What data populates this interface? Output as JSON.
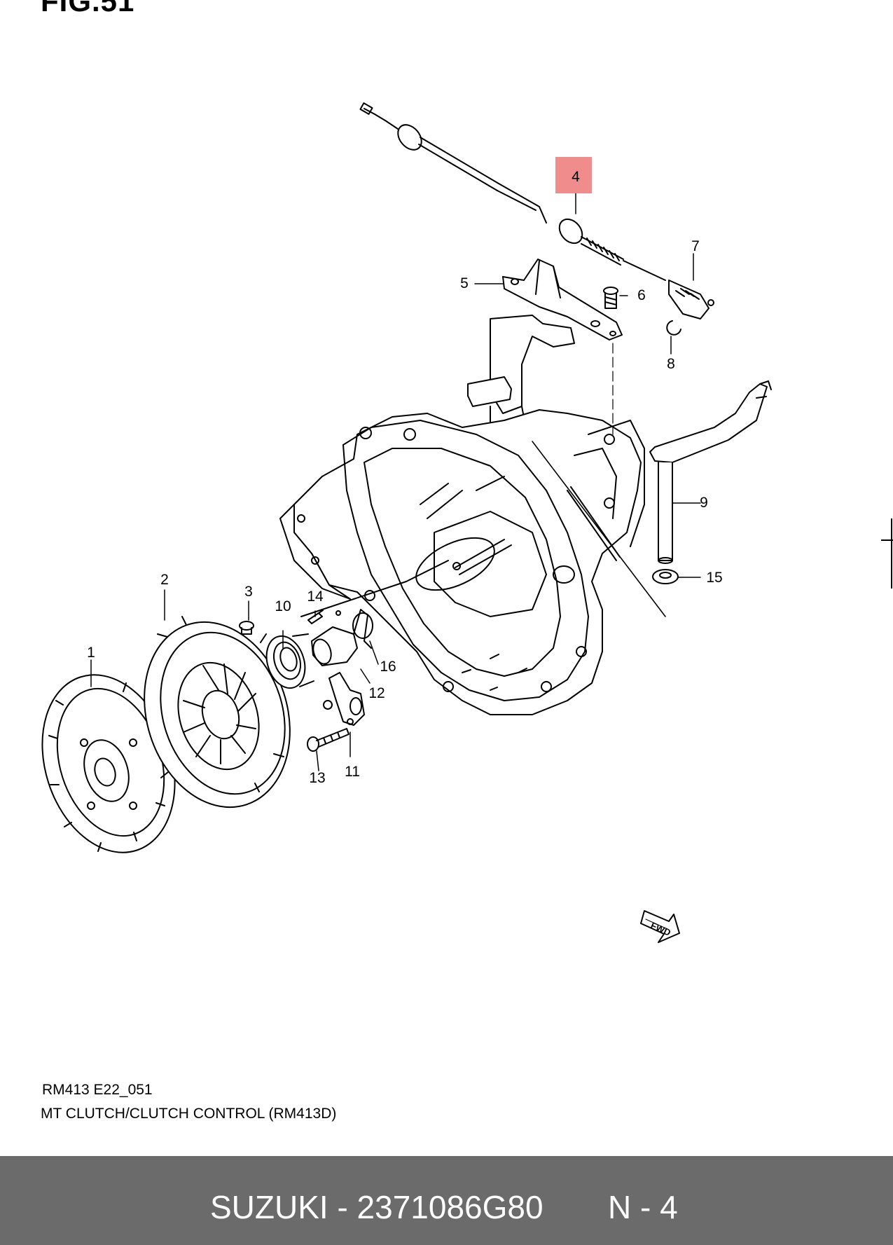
{
  "figure_label": "FIG.51",
  "callouts": {
    "c1": "1",
    "c2": "2",
    "c3": "3",
    "c4": "4",
    "c5": "5",
    "c6": "6",
    "c7": "7",
    "c8": "8",
    "c9": "9",
    "c10": "10",
    "c11": "11",
    "c12": "12",
    "c13": "13",
    "c14": "14",
    "c15": "15",
    "c16": "16"
  },
  "fwd_label": "FWD",
  "caption": {
    "code": "RM413 E22_051",
    "title": "MT CLUTCH/CLUTCH CONTROL (RM413D)"
  },
  "footer": {
    "part": "SUZUKI - 2371086G80",
    "ref": "N - 4"
  },
  "colors": {
    "highlight": "#f08c8c",
    "footer_bg": "#6b6b6b",
    "footer_text": "#ffffff"
  }
}
